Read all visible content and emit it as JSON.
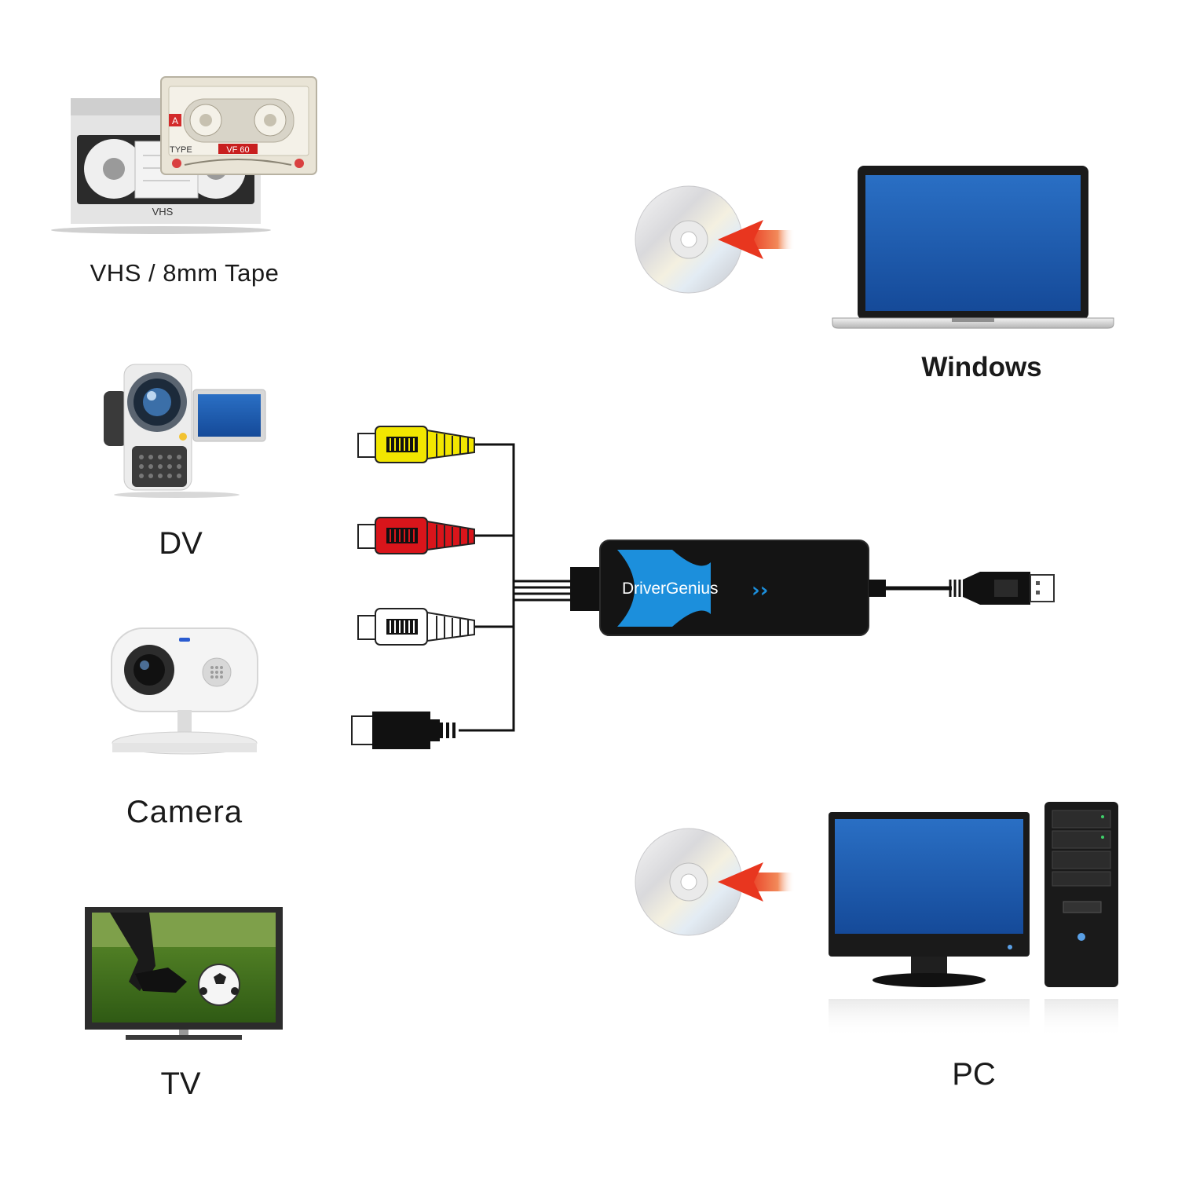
{
  "devices": {
    "vhs": {
      "label": "VHS / 8mm Tape",
      "vhs_tape_text": "VHS",
      "cassette_side": "A",
      "cassette_type_label": "TYPE",
      "cassette_type_value": "VF 60"
    },
    "dv": {
      "label": "DV"
    },
    "camera": {
      "label": "Camera"
    },
    "tv": {
      "label": "TV"
    }
  },
  "outputs": {
    "windows": {
      "label": "Windows"
    },
    "pc": {
      "label": "PC"
    }
  },
  "capture_device": {
    "brand": "DriverGenius",
    "arrows_glyph": "››"
  },
  "colors": {
    "rca_video": "#f2e600",
    "rca_audio_right": "#d9151b",
    "rca_audio_left": "#ffffff",
    "device_body": "#141414",
    "device_accent": "#1c8fdc",
    "arrow": "#e8361f",
    "screen": "#1e5fb5",
    "text": "#1a1a1a"
  },
  "icons": [
    "vhs-tape-icon",
    "audio-cassette-icon",
    "camcorder-icon",
    "security-camera-icon",
    "tv-icon",
    "cd-disc-icon",
    "laptop-icon",
    "desktop-monitor-icon",
    "pc-tower-icon",
    "usb-plug-icon",
    "rca-plug-icon",
    "s-video-plug-icon"
  ]
}
